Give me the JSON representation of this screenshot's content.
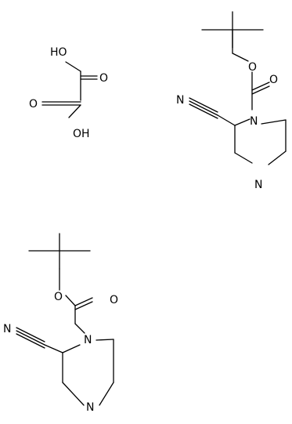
{
  "molecules": [
    {
      "id": "oxalic-acid",
      "labels": {
        "ho_top": "HO",
        "o_right": "O",
        "o_left": "O",
        "oh_bottom": "OH"
      }
    },
    {
      "id": "boc-cyanopiperazine-top",
      "labels": {
        "o_ester": "O",
        "o_carbonyl": "O",
        "n_cyano": "N",
        "n_ring": "N",
        "nh_ring": "N"
      }
    },
    {
      "id": "boc-cyanopiperazine-bottom",
      "labels": {
        "o_ester": "O",
        "o_carbonyl": "O",
        "n_cyano": "N",
        "n_ring": "N",
        "nh_ring": "N"
      }
    }
  ],
  "colors": {
    "ink": "#000000",
    "background": "#ffffff"
  }
}
